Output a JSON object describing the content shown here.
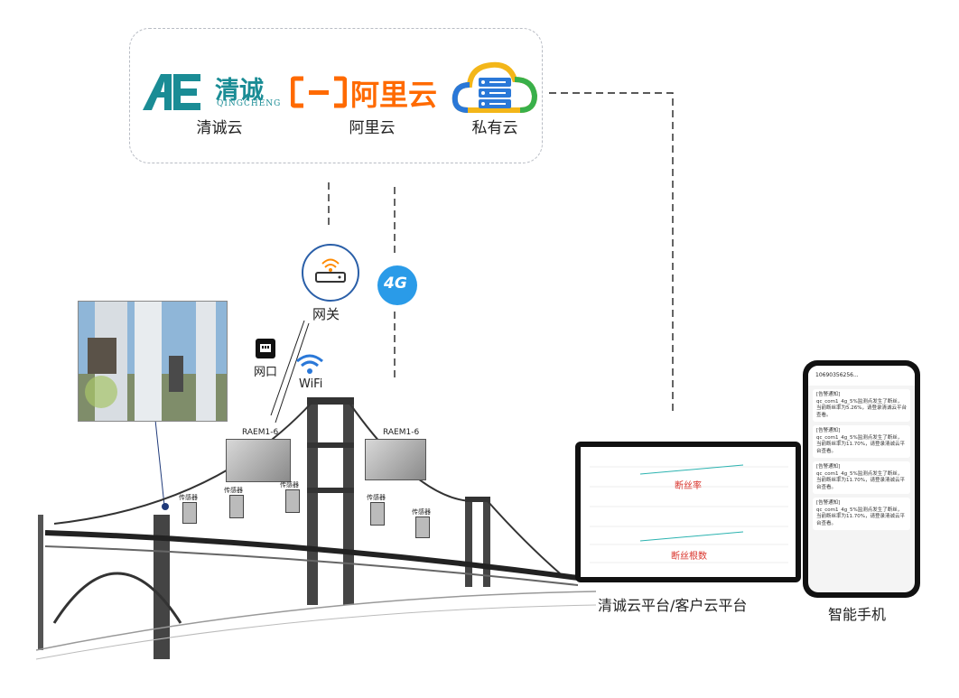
{
  "clouds": {
    "qingcheng_logo_mark": "AE",
    "qingcheng_logo_text": "清诚",
    "qingcheng_logo_sub": "QINGCHENG",
    "qingcheng_label": "清诚云",
    "aliyun_logo_text": "阿里云",
    "aliyun_label": "阿里云",
    "private_label": "私有云"
  },
  "network": {
    "gateway_label": "网关",
    "port_label": "网口",
    "wifi_label": "WiFi",
    "fourg_label": "4G"
  },
  "devices": {
    "raem_left": "RAEM1-6",
    "raem_right": "RAEM1-6",
    "sensors": [
      "传感器",
      "传感器",
      "传感器",
      "传感器",
      "传感器"
    ]
  },
  "platform": {
    "label": "清诚云平台/客户云平台",
    "chart1_title": "断丝率",
    "chart2_title": "断丝根数"
  },
  "phone": {
    "label": "智能手机",
    "header": "10690356256...",
    "messages": [
      {
        "title": "[告警通知]",
        "body": "qc_com1_4g_5%监测点发生了断丝，当前断丝率为5.26%，请登录清诚云平台查看。"
      },
      {
        "title": "[告警通知]",
        "body": "qc_com1_4g_5%监测点发生了断丝，当前断丝率为11.70%，请登录清诚云平台查看。"
      },
      {
        "title": "[告警通知]",
        "body": "qc_com1_4g_5%监测点发生了断丝，当前断丝率为11.70%，请登录清诚云平台查看。"
      },
      {
        "title": "[告警通知]",
        "body": "qc_com1_4g_5%监测点发生了断丝，当前断丝率为11.70%，请登录清诚云平台查看。"
      }
    ]
  },
  "colors": {
    "accent_teal": "#1a8c95",
    "aliyun_orange": "#ff6a00",
    "fourg_blue": "#2a9be8",
    "alert_red": "#d9332b"
  }
}
